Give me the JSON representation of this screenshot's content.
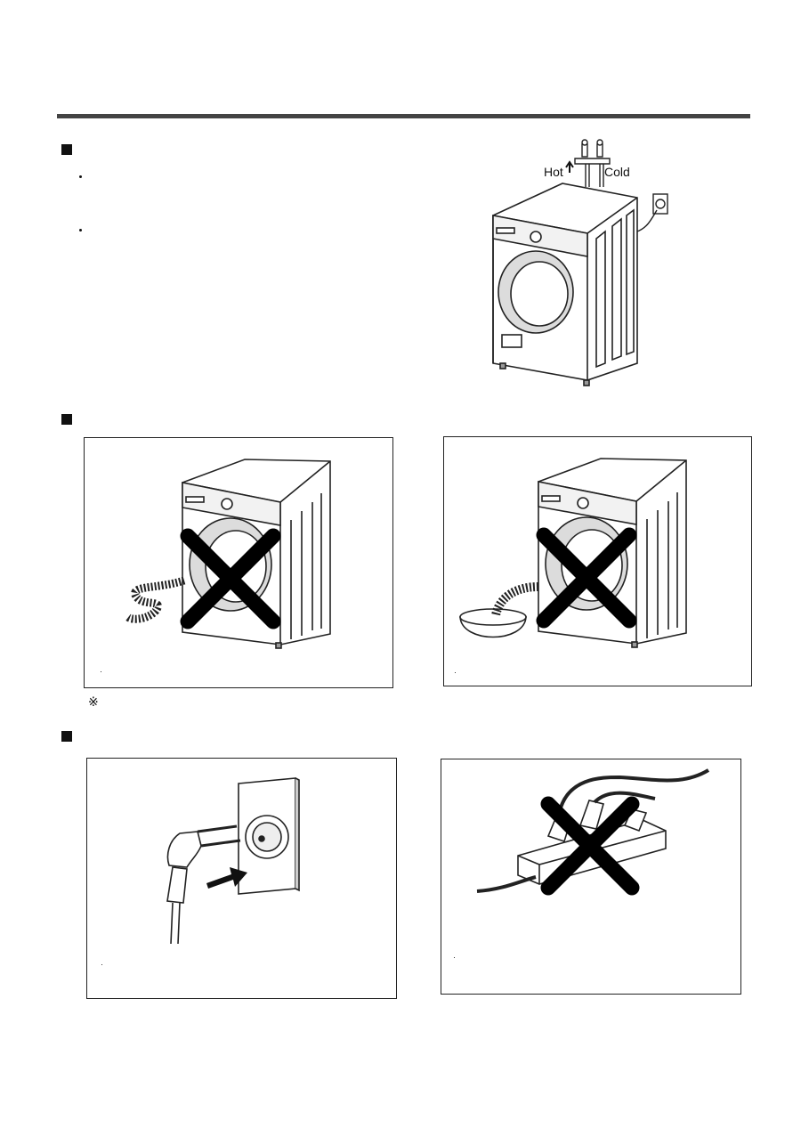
{
  "header": {
    "rule": "section-divider"
  },
  "section_install": {
    "faucet_labels": {
      "hot": "Hot",
      "cold": "Cold"
    },
    "icons": [
      "faucet-icon",
      "washing-machine-icon",
      "power-outlet-icon"
    ]
  },
  "section_drain": {
    "note_symbol": "※",
    "panel_left": {
      "caption_mark": "·"
    },
    "panel_right": {
      "caption_mark": "·"
    }
  },
  "section_power": {
    "panel_left": {
      "caption_mark": "·"
    },
    "panel_right": {
      "caption_mark": "·"
    }
  },
  "colors": {
    "line": "#222222",
    "cross": "#000000",
    "rule": "#444444"
  }
}
